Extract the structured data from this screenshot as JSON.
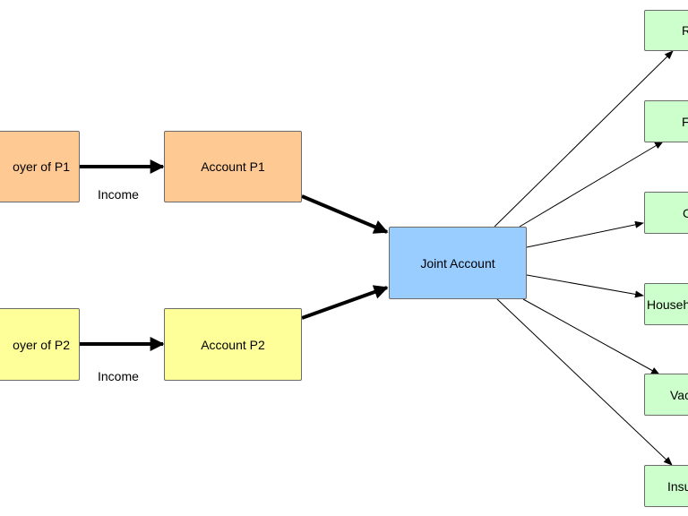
{
  "colors": {
    "orange": "#ffc994",
    "yellow": "#ffff99",
    "blue": "#99ccff",
    "green": "#ccffcc",
    "border": "#6b6b6b",
    "edge": "#000000"
  },
  "nodes": {
    "employer_p1": "oyer of P1",
    "account_p1": "Account P1",
    "employer_p2": "oyer of P2",
    "account_p2": "Account P2",
    "joint_account": "Joint Account",
    "target_1": "R",
    "target_2": "F",
    "target_3": "C",
    "target_4": "Househ",
    "target_5": "Vac",
    "target_6": "Insu"
  },
  "edge_labels": {
    "income_p1": "Income",
    "income_p2": "Income"
  }
}
